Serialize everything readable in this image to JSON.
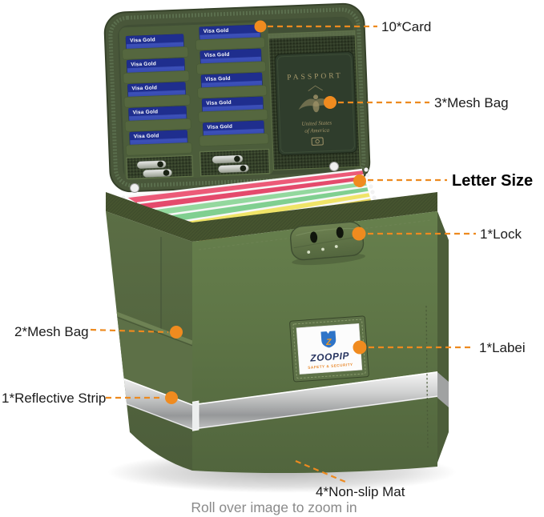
{
  "annotations": {
    "card": "10*Card",
    "mesh_bag_lid": "3*Mesh Bag",
    "letter_size": "Letter Size",
    "lock": "1*Lock",
    "label": "1*Labei",
    "mesh_bag_side": "2*Mesh Bag",
    "reflective_strip": "1*Reflective Strip",
    "non_slip_mat": "4*Non-slip Mat"
  },
  "footer": {
    "hint": "Roll over image to zoom in"
  },
  "product": {
    "card_text": "Visa Gold",
    "passport": {
      "title": "PASSPORT",
      "line1": "United States",
      "line2": "of America"
    },
    "brand": {
      "name": "ZOOPIP",
      "tagline": "SAFETY & SECURITY",
      "monogram": "Z"
    }
  },
  "colors": {
    "accent_orange": "#ED8A1F",
    "box_green": "#5E7446",
    "lid_green": "#49573A",
    "card_blue": "#2B3FA0",
    "strip_silver": "#C9C9C9",
    "annotation_text": "#1B1B1B",
    "footer_text": "#8A8A8A"
  }
}
